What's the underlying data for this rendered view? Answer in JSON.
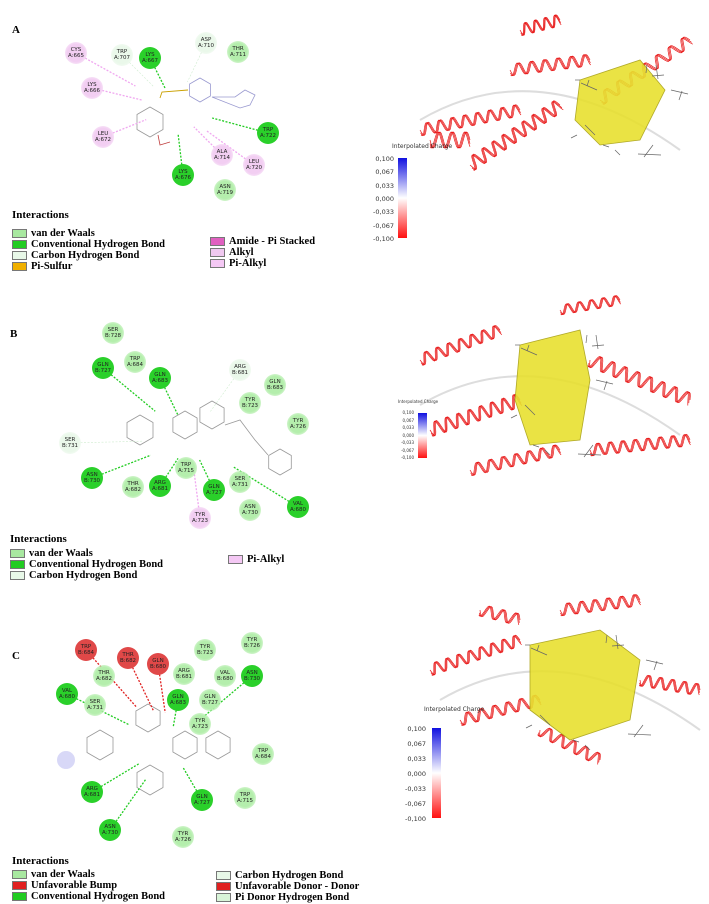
{
  "panels": [
    {
      "label": "A",
      "residues": [
        {
          "name": "CYS",
          "id": "A:665",
          "type": "pi_alkyl"
        },
        {
          "name": "TRP",
          "id": "A:707",
          "type": "carbon_h"
        },
        {
          "name": "LYS",
          "id": "A:667",
          "type": "conventional_h"
        },
        {
          "name": "ASP",
          "id": "A:710",
          "type": "carbon_h"
        },
        {
          "name": "THR",
          "id": "A:711",
          "type": "vdw"
        },
        {
          "name": "LYS",
          "id": "A:666",
          "type": "pi_alkyl"
        },
        {
          "name": "LEU",
          "id": "A:672",
          "type": "pi_alkyl"
        },
        {
          "name": "TRP",
          "id": "A:722",
          "type": "conventional_h"
        },
        {
          "name": "ALA",
          "id": "A:714",
          "type": "pi_alkyl"
        },
        {
          "name": "LEU",
          "id": "A:720",
          "type": "pi_alkyl"
        },
        {
          "name": "LYS",
          "id": "A:676",
          "type": "conventional_h"
        },
        {
          "name": "ASN",
          "id": "A:719",
          "type": "vdw"
        }
      ],
      "legend": {
        "title": "Interactions",
        "items": [
          {
            "label": "van der Waals",
            "color": "#a8e8a0"
          },
          {
            "label": "Conventional Hydrogen Bond",
            "color": "#22cc22"
          },
          {
            "label": "Carbon Hydrogen Bond",
            "color": "#e8f8e8"
          },
          {
            "label": "Pi-Sulfur",
            "color": "#f0b000"
          },
          {
            "label": "Amide - Pi Stacked",
            "color": "#e060c0"
          },
          {
            "label": "Alkyl",
            "color": "#f0c8f0"
          },
          {
            "label": "Pi-Alkyl",
            "color": "#f4c8f4"
          }
        ]
      },
      "charge": {
        "title": "Interpolated Charge",
        "ticks": [
          "0,100",
          "0,067",
          "0,033",
          "0,000",
          "-0,033",
          "-0,067",
          "-0,100"
        ]
      }
    },
    {
      "label": "B",
      "residues": [
        {
          "name": "SER",
          "id": "B:728",
          "type": "vdw"
        },
        {
          "name": "TRP",
          "id": "A:684",
          "type": "vdw"
        },
        {
          "name": "GLN",
          "id": "B:727",
          "type": "conventional_h"
        },
        {
          "name": "GLN",
          "id": "A:683",
          "type": "conventional_h"
        },
        {
          "name": "ARG",
          "id": "B:681",
          "type": "carbon_h"
        },
        {
          "name": "GLN",
          "id": "B:683",
          "type": "vdw"
        },
        {
          "name": "TYR",
          "id": "B:723",
          "type": "vdw"
        },
        {
          "name": "TYR",
          "id": "A:726",
          "type": "vdw"
        },
        {
          "name": "SER",
          "id": "B:731",
          "type": "carbon_h"
        },
        {
          "name": "ASN",
          "id": "B:730",
          "type": "conventional_h"
        },
        {
          "name": "THR",
          "id": "A:682",
          "type": "vdw"
        },
        {
          "name": "TRP",
          "id": "A:715",
          "type": "vdw"
        },
        {
          "name": "ARG",
          "id": "A:681",
          "type": "conventional_h"
        },
        {
          "name": "SER",
          "id": "A:731",
          "type": "vdw"
        },
        {
          "name": "GLN",
          "id": "A:727",
          "type": "conventional_h"
        },
        {
          "name": "ASN",
          "id": "A:730",
          "type": "vdw"
        },
        {
          "name": "TYR",
          "id": "A:723",
          "type": "pi_alkyl"
        },
        {
          "name": "VAL",
          "id": "A:680",
          "type": "conventional_h"
        }
      ],
      "legend": {
        "title": "Interactions",
        "items": [
          {
            "label": "van der Waals",
            "color": "#a8e8a0"
          },
          {
            "label": "Conventional Hydrogen Bond",
            "color": "#22cc22"
          },
          {
            "label": "Carbon Hydrogen Bond",
            "color": "#e8f8e8"
          },
          {
            "label": "Pi-Alkyl",
            "color": "#f4c8f4"
          }
        ]
      },
      "charge": {
        "title": "Interpolated Charge",
        "ticks": [
          "0,100",
          "0,067",
          "0,033",
          "0,000",
          "-0,033",
          "-0,067",
          "-0,100"
        ]
      }
    },
    {
      "label": "C",
      "residues": [
        {
          "name": "TRP",
          "id": "B:684",
          "type": "unfavorable"
        },
        {
          "name": "THR",
          "id": "A:682",
          "type": "vdw"
        },
        {
          "name": "THR",
          "id": "B:682",
          "type": "unfavorable"
        },
        {
          "name": "ARG",
          "id": "B:681",
          "type": "vdw"
        },
        {
          "name": "GLN",
          "id": "B:680",
          "type": "unfavorable"
        },
        {
          "name": "TYR",
          "id": "B:723",
          "type": "vdw"
        },
        {
          "name": "TYR",
          "id": "B:726",
          "type": "vdw"
        },
        {
          "name": "VAL",
          "id": "B:680",
          "type": "vdw"
        },
        {
          "name": "ASN",
          "id": "B:730",
          "type": "conventional_h"
        },
        {
          "name": "GLN",
          "id": "B:727",
          "type": "vdw"
        },
        {
          "name": "VAL",
          "id": "A:680",
          "type": "conventional_h"
        },
        {
          "name": "SER",
          "id": "A:731",
          "type": "vdw"
        },
        {
          "name": "TYR",
          "id": "A:723",
          "type": "vdw"
        },
        {
          "name": "GLN",
          "id": "A:683",
          "type": "conventional_h"
        },
        {
          "name": "TRP",
          "id": "A:684",
          "type": "vdw"
        },
        {
          "name": "ARG",
          "id": "A:681",
          "type": "conventional_h"
        },
        {
          "name": "GLN",
          "id": "A:727",
          "type": "conventional_h"
        },
        {
          "name": "TRP",
          "id": "A:715",
          "type": "vdw"
        },
        {
          "name": "ASN",
          "id": "A:730",
          "type": "conventional_h"
        },
        {
          "name": "TYR",
          "id": "A:726",
          "type": "vdw"
        }
      ],
      "legend": {
        "title": "Interactions",
        "items": [
          {
            "label": "van der Waals",
            "color": "#a8e8a0"
          },
          {
            "label": "Unfavorable Bump",
            "color": "#e02020"
          },
          {
            "label": "Conventional Hydrogen Bond",
            "color": "#22cc22"
          },
          {
            "label": "Carbon Hydrogen Bond",
            "color": "#e8f8e8"
          },
          {
            "label": "Unfavorable Donor - Donor",
            "color": "#e02020"
          },
          {
            "label": "Pi Donor Hydrogen Bond",
            "color": "#d8f4d8"
          }
        ]
      },
      "charge": {
        "title": "Interpolated Charge",
        "ticks": [
          "0,100",
          "0,067",
          "0,033",
          "0,000",
          "-0,033",
          "-0,067",
          "-0,100"
        ]
      }
    }
  ],
  "residue_colors": {
    "vdw": "#b4eeac",
    "conventional_h": "#2ad02a",
    "carbon_h": "#eaf8ea",
    "pi_alkyl": "#f2cef2",
    "unfavorable": "#e04848"
  },
  "ribbon_color": "#e81818",
  "pocket_color": "#e8e030"
}
